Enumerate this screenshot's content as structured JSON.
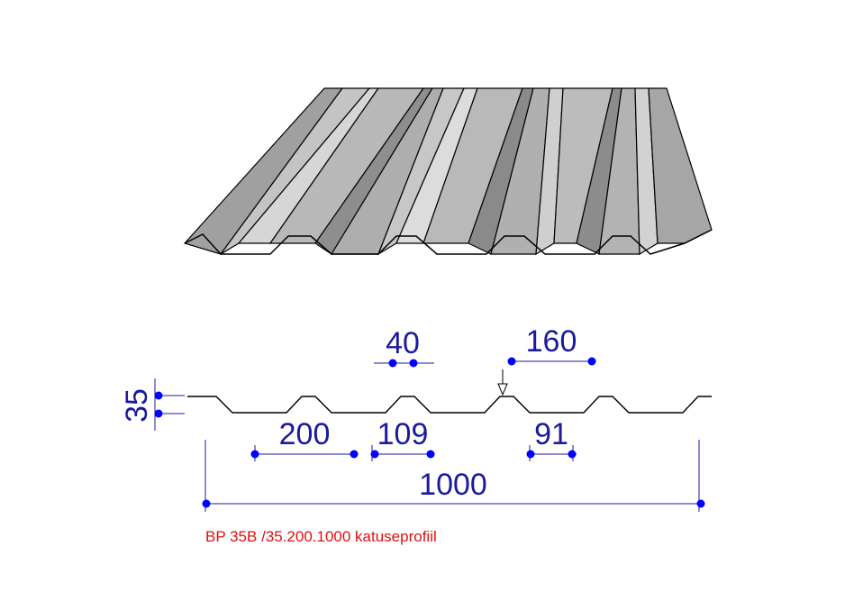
{
  "colors": {
    "dimension": "#1a1aa0",
    "dimension_dot": "#0000ff",
    "outline": "#000000",
    "caption": "#e01010",
    "sheet_light": "#c9c9c9",
    "sheet_mid": "#a9a9a9",
    "sheet_dark": "#8a8a8a"
  },
  "dimensions": {
    "height": "35",
    "top_flange": "40",
    "rib_pitch_label": "160",
    "valley": "200",
    "crest": "109",
    "rib_width": "91",
    "cover_width": "1000"
  },
  "caption": "BP 35B /35.200.1000 katuseprofiil"
}
